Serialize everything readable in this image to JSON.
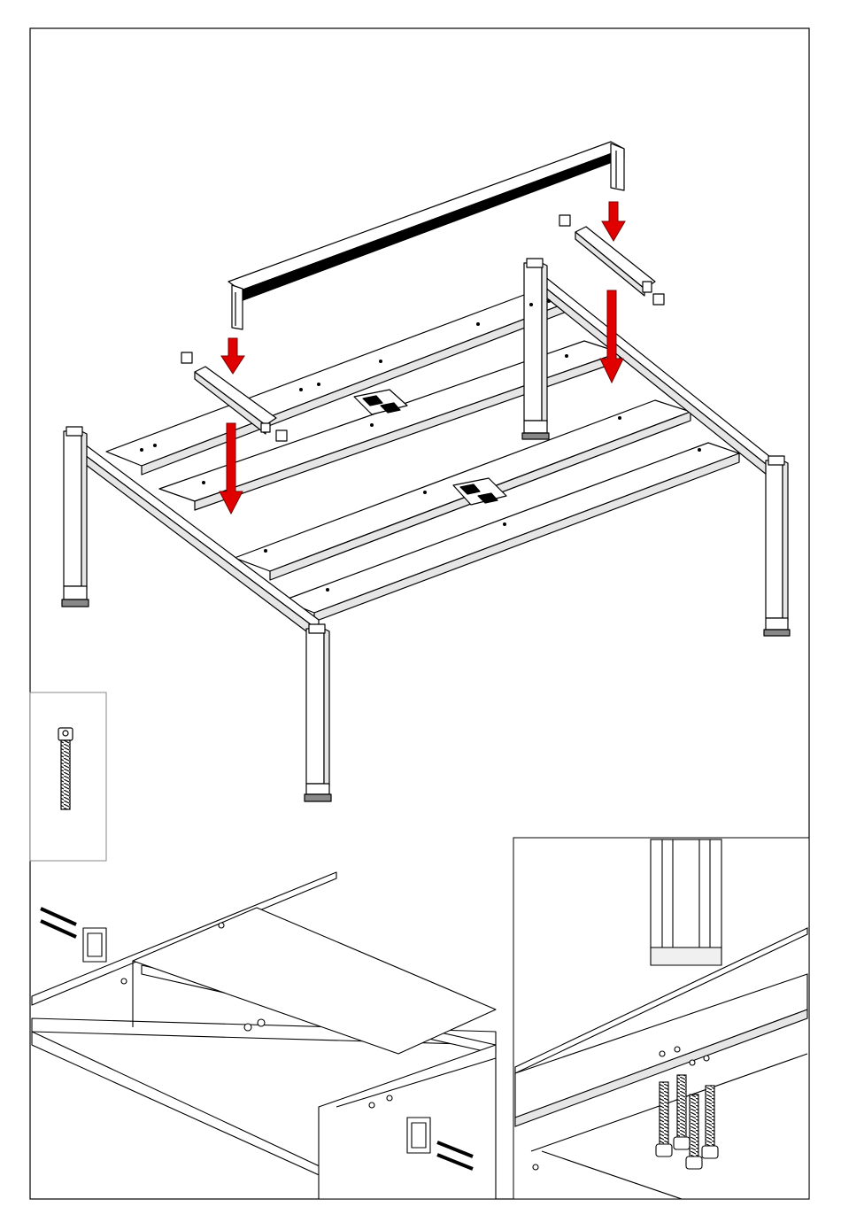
{
  "figure": {
    "kind": "assembly-instruction-step",
    "panels": [
      "main-assembly",
      "bolt-callout",
      "detail-crossbar-joint",
      "detail-privacy-rail-fixing"
    ]
  },
  "colors": {
    "ink": "#000000",
    "paper": "#ffffff",
    "arrow": "#e10000",
    "panel_border": "#8a8a8a",
    "tube_face": "#ffffff",
    "tube_shadow": "#d9d9d9"
  },
  "parts": {
    "top_rail": "privacy-screen-rail",
    "cross_beams": "support-beam",
    "connector_plates": "bracket-plate",
    "fasteners": "socket-head-bolt"
  },
  "callouts": {
    "bolt_count_shown_in_detail": 4,
    "arrows_shown": 4
  }
}
